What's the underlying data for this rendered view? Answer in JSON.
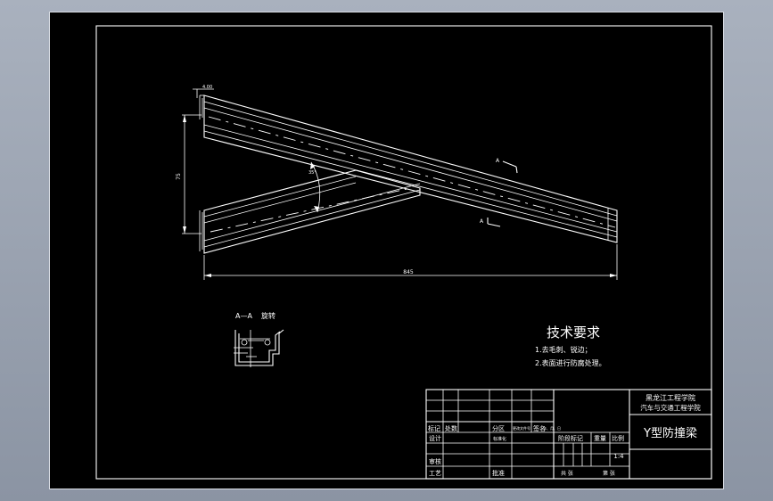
{
  "colors": {
    "background": "#000000",
    "lines": "#ffffff",
    "workspace_gradient": [
      "#a9b1be",
      "#8b94a3"
    ]
  },
  "drawing": {
    "dims": {
      "top_small": "4.00",
      "height": "75",
      "angle": "35°",
      "length": "845"
    },
    "section_marks": {
      "upper": "A",
      "lower": "A"
    },
    "section_view": {
      "title": "A—A",
      "rotation": "旋转"
    },
    "requirements": {
      "title": "技术要求",
      "items": [
        "1.去毛刺、锐边；",
        "2.表面进行防腐处理。"
      ]
    },
    "title_block": {
      "school_line1": "黑龙江工程学院",
      "school_line2": "汽车与交通工程学院",
      "part_name": "Y型防撞梁",
      "scale": "1:4",
      "headers": {
        "mark": "标记",
        "count": "处数",
        "zone": "分区",
        "change_doc": "更改文件号",
        "signature": "签名",
        "date": "年、月、日",
        "design": "设计",
        "standardize": "标准化",
        "stage_mark": "阶段标记",
        "weight": "重量",
        "ratio": "比例",
        "review": "审核",
        "process": "工艺",
        "approve": "批准",
        "sheets_total": "共 张",
        "sheet_no": "第 张"
      }
    }
  }
}
